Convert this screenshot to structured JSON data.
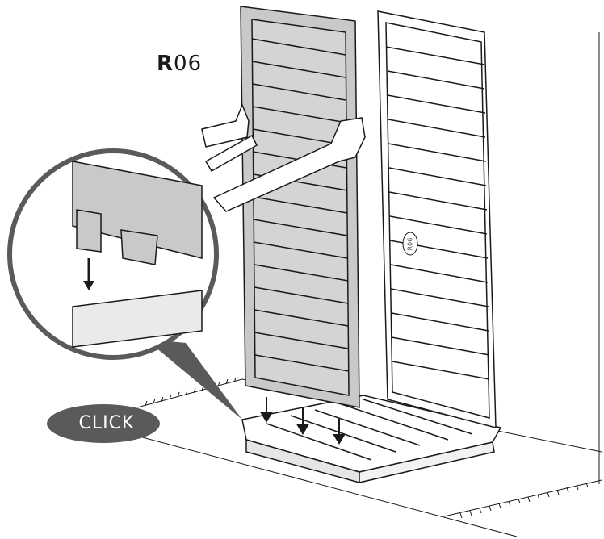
{
  "step": {
    "part_prefix": "R",
    "part_number": "06"
  },
  "callout": {
    "text": "CLICK"
  },
  "panel_stamp": {
    "text": "R06"
  },
  "colors": {
    "panel_fill": "#c9c9c9",
    "slat_fill": "#d4d4d4",
    "outline": "#1a1a1a",
    "callout_fill": "#5a5a5a",
    "callout_text": "#ffffff"
  }
}
